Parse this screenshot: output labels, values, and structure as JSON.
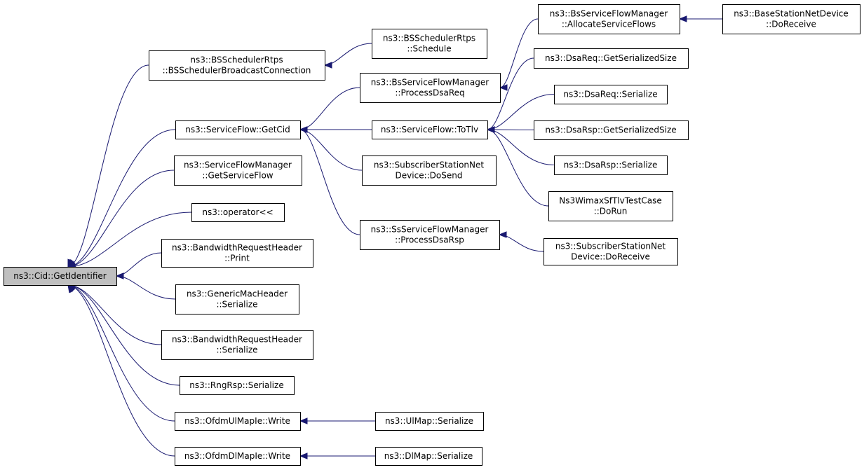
{
  "colors": {
    "edge": "#191970",
    "root_fill": "#bfbfbf",
    "node_fill": "#ffffff",
    "border": "#000000"
  },
  "nodes": [
    {
      "id": "root",
      "lines": [
        "ns3::Cid::GetIdentifier"
      ]
    },
    {
      "id": "bssched",
      "lines": [
        "ns3::BSSchedulerRtps",
        "::BSSchedulerBroadcastConnection"
      ]
    },
    {
      "id": "schedule",
      "lines": [
        "ns3::BSSchedulerRtps",
        "::Schedule"
      ]
    },
    {
      "id": "alloc",
      "lines": [
        "ns3::BsServiceFlowManager",
        "::AllocateServiceFlows"
      ]
    },
    {
      "id": "bsrecv",
      "lines": [
        "ns3::BaseStationNetDevice",
        "::DoReceive"
      ]
    },
    {
      "id": "dsareqgs",
      "lines": [
        "ns3::DsaReq::GetSerializedSize"
      ]
    },
    {
      "id": "procreq",
      "lines": [
        "ns3::BsServiceFlowManager",
        "::ProcessDsaReq"
      ]
    },
    {
      "id": "dsareqser",
      "lines": [
        "ns3::DsaReq::Serialize"
      ]
    },
    {
      "id": "getcid",
      "lines": [
        "ns3::ServiceFlow::GetCid"
      ]
    },
    {
      "id": "totlv",
      "lines": [
        "ns3::ServiceFlow::ToTlv"
      ]
    },
    {
      "id": "dsarspgs",
      "lines": [
        "ns3::DsaRsp::GetSerializedSize"
      ]
    },
    {
      "id": "sfmgsf",
      "lines": [
        "ns3::ServiceFlowManager",
        "::GetServiceFlow"
      ]
    },
    {
      "id": "ssdosend",
      "lines": [
        "ns3::SubscriberStationNet",
        "Device::DoSend"
      ]
    },
    {
      "id": "dsarspser",
      "lines": [
        "ns3::DsaRsp::Serialize"
      ]
    },
    {
      "id": "tlvtest",
      "lines": [
        "Ns3WimaxSfTlvTestCase",
        "::DoRun"
      ]
    },
    {
      "id": "oplt",
      "lines": [
        "ns3::operator<<"
      ]
    },
    {
      "id": "procrsp",
      "lines": [
        "ns3::SsServiceFlowManager",
        "::ProcessDsaRsp"
      ]
    },
    {
      "id": "ssrecv",
      "lines": [
        "ns3::SubscriberStationNet",
        "Device::DoReceive"
      ]
    },
    {
      "id": "bwprint",
      "lines": [
        "ns3::BandwidthRequestHeader",
        "::Print"
      ]
    },
    {
      "id": "gmhser",
      "lines": [
        "ns3::GenericMacHeader",
        "::Serialize"
      ]
    },
    {
      "id": "bwser",
      "lines": [
        "ns3::BandwidthRequestHeader",
        "::Serialize"
      ]
    },
    {
      "id": "rngrsp",
      "lines": [
        "ns3::RngRsp::Serialize"
      ]
    },
    {
      "id": "ulwrite",
      "lines": [
        "ns3::OfdmUlMapIe::Write"
      ]
    },
    {
      "id": "ulmapser",
      "lines": [
        "ns3::UlMap::Serialize"
      ]
    },
    {
      "id": "dlwrite",
      "lines": [
        "ns3::OfdmDlMapIe::Write"
      ]
    },
    {
      "id": "dlmapser",
      "lines": [
        "ns3::DlMap::Serialize"
      ]
    }
  ],
  "edges": [
    {
      "from": "bssched",
      "to": "root"
    },
    {
      "from": "getcid",
      "to": "root"
    },
    {
      "from": "sfmgsf",
      "to": "root"
    },
    {
      "from": "oplt",
      "to": "root"
    },
    {
      "from": "bwprint",
      "to": "root"
    },
    {
      "from": "gmhser",
      "to": "root"
    },
    {
      "from": "bwser",
      "to": "root"
    },
    {
      "from": "rngrsp",
      "to": "root"
    },
    {
      "from": "ulwrite",
      "to": "root"
    },
    {
      "from": "dlwrite",
      "to": "root"
    },
    {
      "from": "schedule",
      "to": "bssched"
    },
    {
      "from": "procreq",
      "to": "getcid"
    },
    {
      "from": "totlv",
      "to": "getcid"
    },
    {
      "from": "ssdosend",
      "to": "getcid"
    },
    {
      "from": "procrsp",
      "to": "getcid"
    },
    {
      "from": "alloc",
      "to": "procreq"
    },
    {
      "from": "bsrecv",
      "to": "alloc"
    },
    {
      "from": "dsareqgs",
      "to": "totlv"
    },
    {
      "from": "dsareqser",
      "to": "totlv"
    },
    {
      "from": "dsarspgs",
      "to": "totlv"
    },
    {
      "from": "dsarspser",
      "to": "totlv"
    },
    {
      "from": "tlvtest",
      "to": "totlv"
    },
    {
      "from": "ssrecv",
      "to": "procrsp"
    },
    {
      "from": "ulmapser",
      "to": "ulwrite"
    },
    {
      "from": "dlmapser",
      "to": "dlwrite"
    }
  ]
}
